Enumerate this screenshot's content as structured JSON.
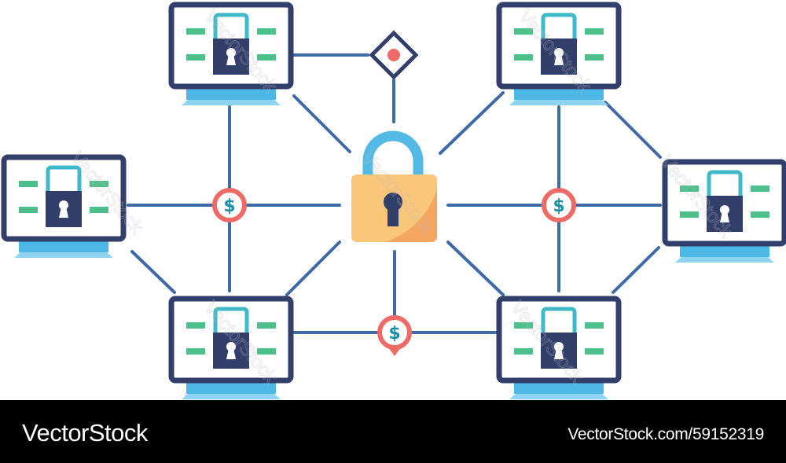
{
  "colors": {
    "frame": "#323f6b",
    "line": "#3f6aa8",
    "stand": "#4db8e8",
    "bar": "#4cbf8a",
    "shackle_small": "#3fb8c8",
    "lock_body": "#fac679",
    "lock_shade": "#f5a660",
    "lock_shackle": "#53b9e6",
    "node_ring": "#ee6a66",
    "dollar": "#1e8fa8",
    "footer_bg": "#000000"
  },
  "icons": {
    "monitors": "monitor-with-padlock-icon",
    "center": "padlock-icon",
    "nodes": "dollar-coin-icon",
    "diamond": "diamond-node-icon"
  },
  "node_symbol": "$",
  "watermark": "VectorStock",
  "footer": {
    "brand": "VectorStock",
    "url": "VectorStock.com/59152319"
  }
}
